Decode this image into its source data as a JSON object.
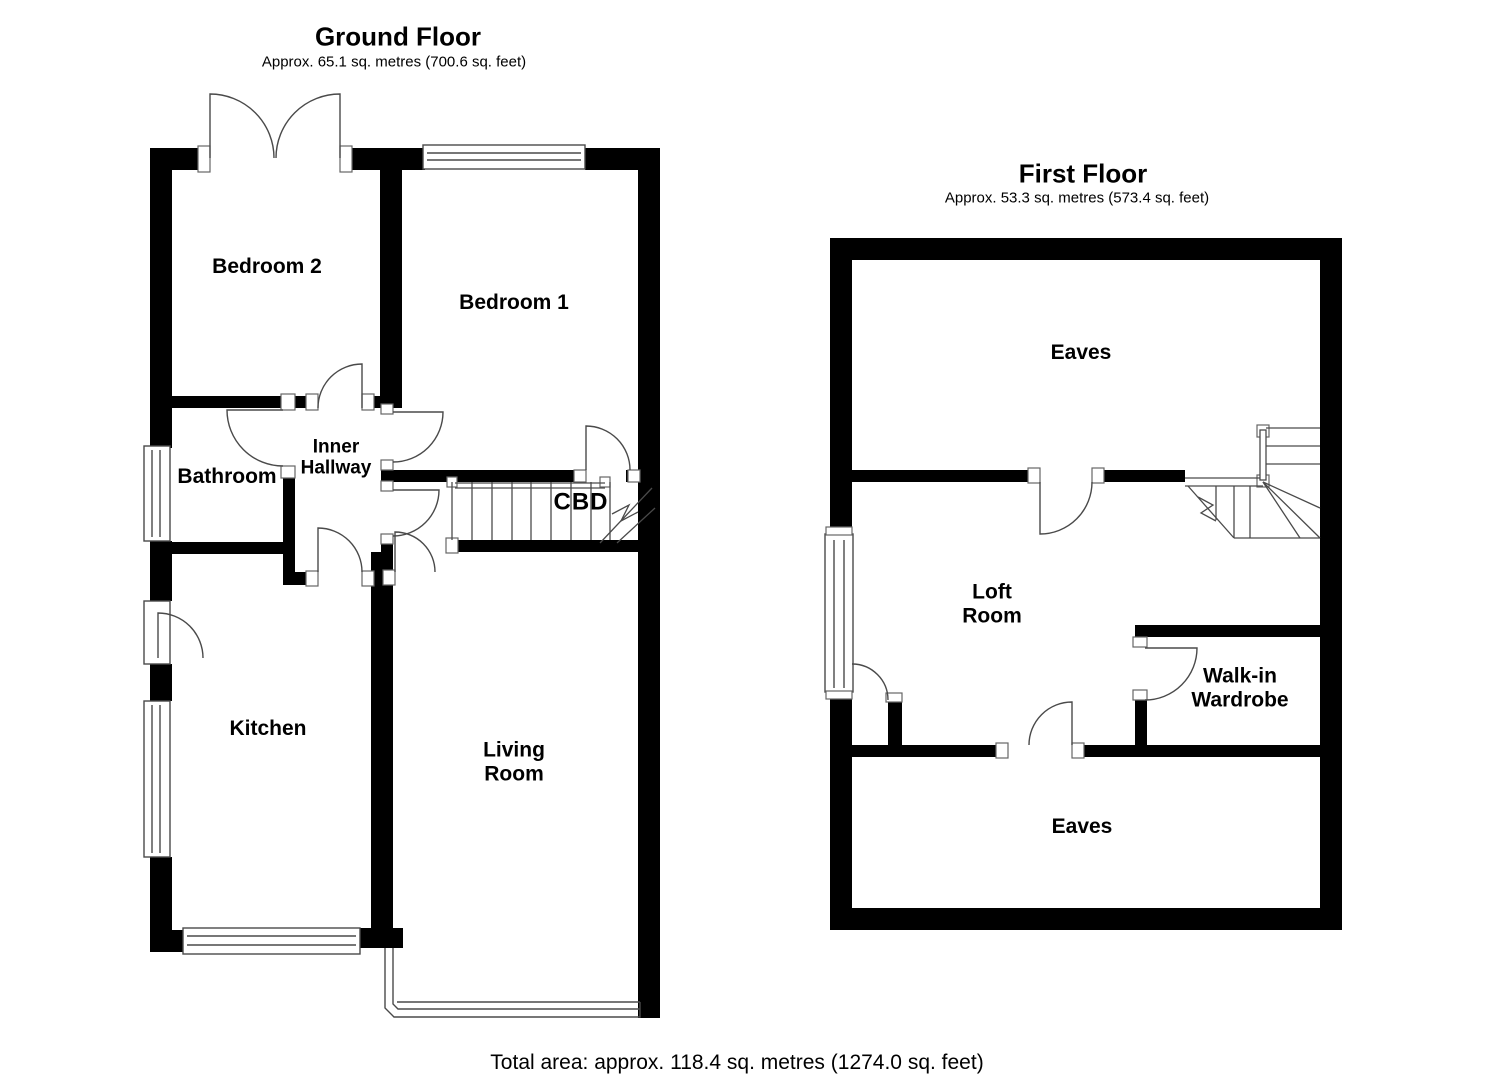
{
  "ground_floor": {
    "title": "Ground Floor",
    "subtitle": "Approx. 65.1 sq. metres (700.6 sq. feet)",
    "rooms": {
      "bedroom2": "Bedroom 2",
      "bedroom1": "Bedroom 1",
      "bathroom": "Bathroom",
      "inner_hallway": "Inner\nHallway",
      "cbd": "CBD",
      "kitchen": "Kitchen",
      "living_room": "Living\nRoom"
    }
  },
  "first_floor": {
    "title": "First Floor",
    "subtitle": "Approx. 53.3 sq. metres (573.4 sq. feet)",
    "rooms": {
      "eaves_top": "Eaves",
      "loft_room": "Loft\nRoom",
      "walk_in_wardrobe": "Walk-in\nWardrobe",
      "eaves_bottom": "Eaves"
    }
  },
  "footer": {
    "total_area": "Total area: approx. 118.4 sq. metres (1274.0 sq. feet)"
  },
  "colors": {
    "wall": "#000000",
    "line": "#4a4a4a",
    "background": "#ffffff"
  }
}
